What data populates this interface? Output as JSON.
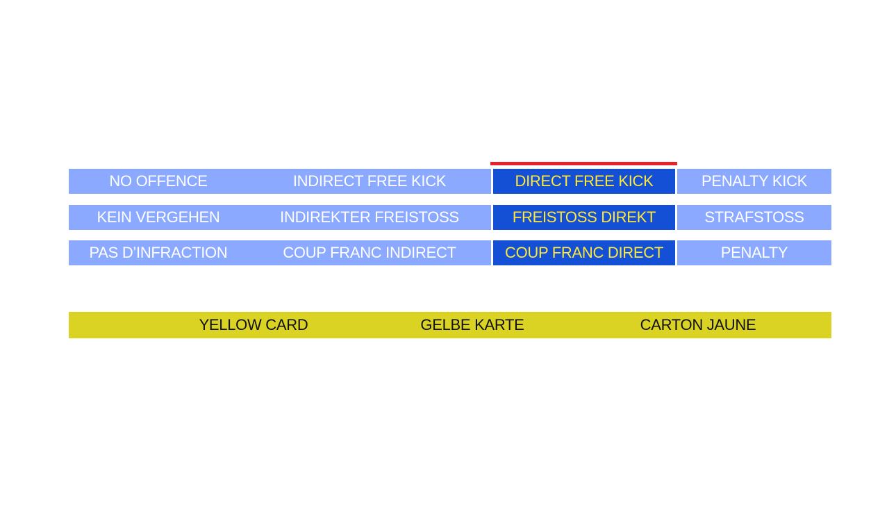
{
  "colors": {
    "light_cell": "#8aa9ff",
    "dark_cell": "#1350d6",
    "light_text": "#ffffff",
    "dark_text": "#ffe83a",
    "highlight_bar": "#e8202a",
    "card_bar": "#dbd324",
    "card_text": "#111111"
  },
  "rows": [
    {
      "cells": [
        "NO OFFENCE",
        "INDIRECT FREE KICK",
        "DIRECT FREE KICK",
        "PENALTY KICK"
      ]
    },
    {
      "cells": [
        "KEIN VERGEHEN",
        "INDIREKTER FREISTOSS",
        "FREISTOSS DIREKT",
        "STRAFSTOSS"
      ]
    },
    {
      "cells": [
        "PAS D’INFRACTION",
        "COUP FRANC INDIRECT",
        "COUP FRANC DIRECT",
        "PENALTY"
      ]
    }
  ],
  "card": {
    "labels": [
      "YELLOW CARD",
      "GELBE KARTE",
      "CARTON JAUNE"
    ]
  }
}
